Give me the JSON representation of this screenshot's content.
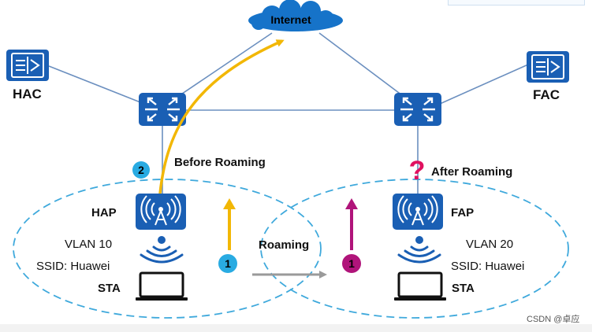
{
  "labels": {
    "internet": "Internet",
    "hac": "HAC",
    "fac": "FAC",
    "before_roaming": "Before  Roaming",
    "after_roaming": "After  Roaming",
    "hap": "HAP",
    "fap": "FAP",
    "vlan_left": "VLAN  10",
    "ssid_left": "SSID: Huawei",
    "sta_left": "STA",
    "vlan_right": "VLAN  20",
    "ssid_right": "SSID: Huawei",
    "sta_right": "STA",
    "roaming": "Roaming",
    "question_mark": "?",
    "step_1_left": "1",
    "step_2": "2",
    "step_1_right": "1",
    "watermark": "CSDN @卓应"
  },
  "colors": {
    "device_blue": "#1a5fb4",
    "link_line": "#6b8fbf",
    "circle_dash": "#3fa9dc",
    "yellow_path": "#f2b705",
    "magenta_arrow": "#b0147a",
    "badge_cyan": "#29abe2",
    "badge_magenta": "#b0147a",
    "question_red": "#e0115f",
    "roam_arrow": "#9a9a9a"
  },
  "icons": {
    "cloud": "cloud-icon",
    "controller": "access-controller-icon",
    "switch": "switch-icon",
    "ap": "access-point-icon",
    "wifi": "wifi-icon",
    "laptop": "laptop-icon"
  }
}
